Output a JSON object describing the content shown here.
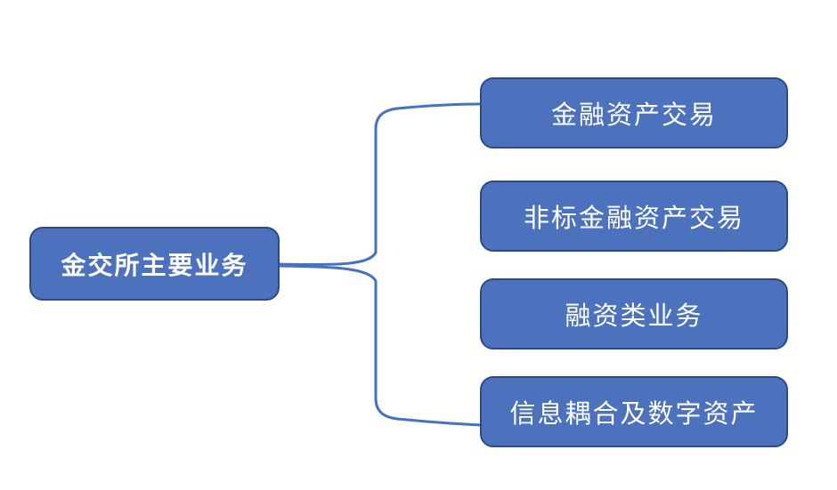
{
  "diagram": {
    "type": "tree",
    "root": {
      "label": "金交所主要业务"
    },
    "children": [
      {
        "label": "金融资产交易"
      },
      {
        "label": "非标金融资产交易"
      },
      {
        "label": "融资类业务"
      },
      {
        "label": "信息耦合及数字资产"
      }
    ]
  },
  "colors": {
    "node_fill": "#4C72BE",
    "node_border": "#2C4A87",
    "connector": "#4673C1",
    "text": "#FFFFFF",
    "background": "#FFFFFF"
  }
}
